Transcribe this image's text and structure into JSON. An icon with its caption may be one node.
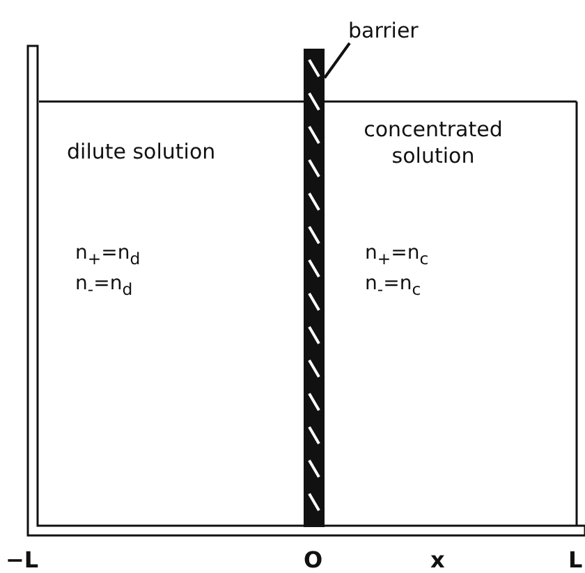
{
  "diagram": {
    "nodes": [
      {
        "text": [
          "barrier"
        ]
      },
      {
        "text": [],
        "shape": "bar"
      }
    ],
    "edges": [
      {
        "from": 0,
        "to": 1,
        "arrow": "none"
      }
    ],
    "labels": [
      "dilute solution",
      "concentrated solution",
      "n$_{+}$=n$_{d}$",
      "n$_{-}$=n$_{d}$",
      "n$_{+}$=n$_{c}$",
      "n$_{-}$=n$_{c}$",
      "−L",
      "O",
      "x",
      "L"
    ]
  }
}
